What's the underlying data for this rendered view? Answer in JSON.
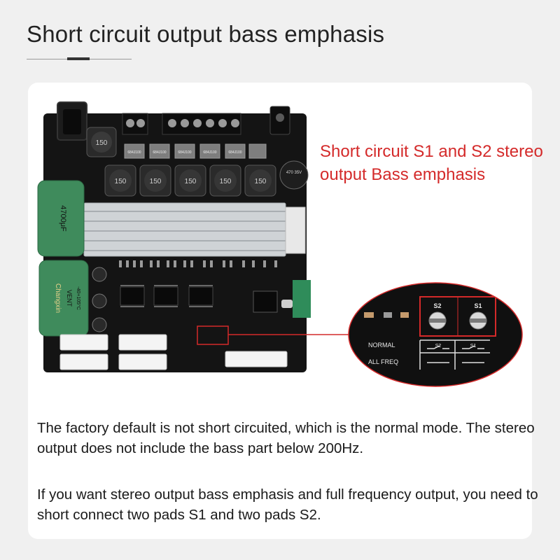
{
  "header": {
    "title": "Short circuit output bass emphasis"
  },
  "callout": {
    "text": "Short circuit S1 and S2 stereo output Bass emphasis"
  },
  "board": {
    "inductor_label": "150",
    "resistor_label": "684J100",
    "capacitor_small_label": "470 35V",
    "capacitor_large_label": "4700μF",
    "capacitor_brand": "Changxin",
    "capacitor_series": "VENT",
    "capacitor_temp": "-40+105°C"
  },
  "zoom": {
    "s1_label": "S1",
    "s2_label": "S2",
    "normal_label": "NORMAL",
    "all_freq_label": "ALL FREQ"
  },
  "body": {
    "paragraph_1": "The factory default is not short circuited, which is the normal mode. The stereo output does not include the bass part below 200Hz.",
    "paragraph_2": "If you want stereo output bass emphasis and full frequency output, you need to short connect two pads S1 and two pads S2."
  },
  "colors": {
    "accent_red": "#d42a2a",
    "pcb": "#141414",
    "capacitor_green": "#3f8b5c"
  }
}
